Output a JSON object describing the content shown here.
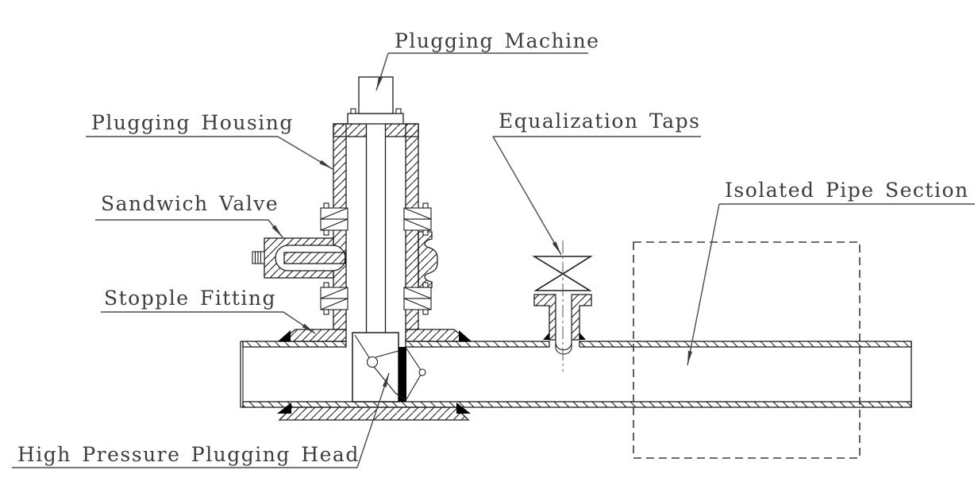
{
  "colors": {
    "background": "#ffffff",
    "line": "#1c1c1c",
    "label_text": "#3d3d3d",
    "leader": "#4a4a4a",
    "seal_fill": "#000000"
  },
  "labels": {
    "plugging_machine": "Plugging Machine",
    "plugging_housing": "Plugging Housing",
    "sandwich_valve": "Sandwich Valve",
    "stopple_fitting": "Stopple Fitting",
    "equalization_taps": "Equalization Taps",
    "isolated_pipe_section": "Isolated Pipe Section",
    "high_pressure_plugging_head": "High Pressure Plugging Head"
  }
}
